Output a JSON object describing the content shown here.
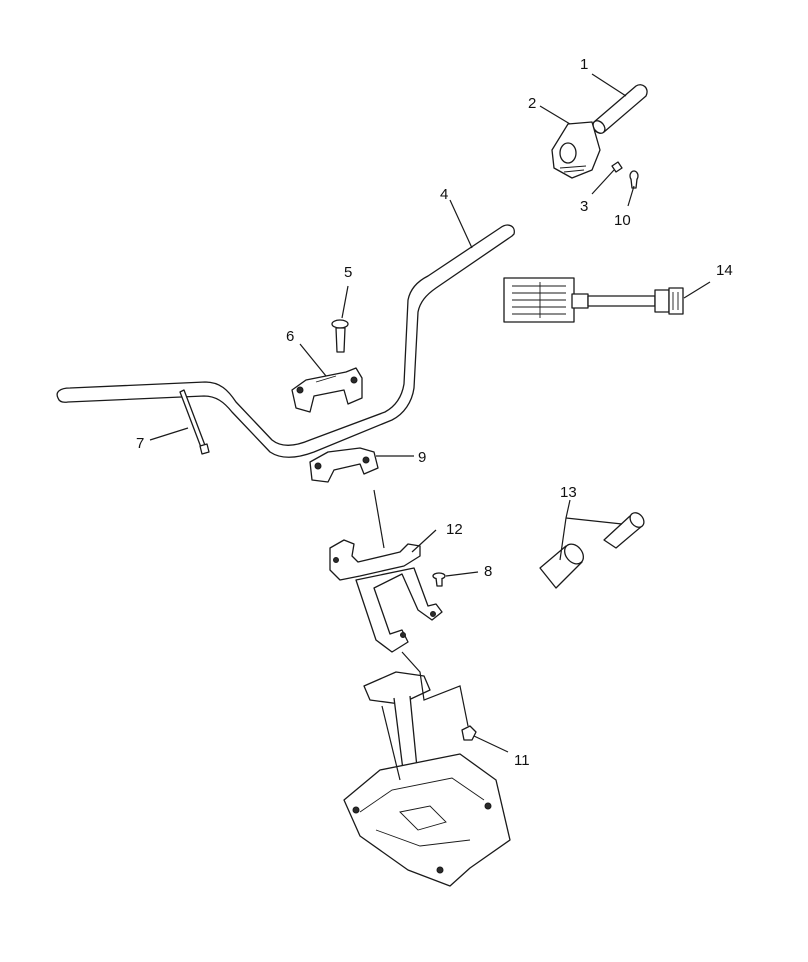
{
  "callouts": [
    {
      "id": "1",
      "text": "1"
    },
    {
      "id": "2",
      "text": "2"
    },
    {
      "id": "3",
      "text": "3"
    },
    {
      "id": "4",
      "text": "4"
    },
    {
      "id": "5",
      "text": "5"
    },
    {
      "id": "6",
      "text": "6"
    },
    {
      "id": "7",
      "text": "7"
    },
    {
      "id": "8",
      "text": "8"
    },
    {
      "id": "9",
      "text": "9"
    },
    {
      "id": "10",
      "text": "10"
    },
    {
      "id": "11",
      "text": "11"
    },
    {
      "id": "12",
      "text": "12"
    },
    {
      "id": "13",
      "text": "13"
    },
    {
      "id": "14",
      "text": "14"
    }
  ],
  "colors": {
    "line": "#1a1a1a",
    "background": "#ffffff"
  }
}
